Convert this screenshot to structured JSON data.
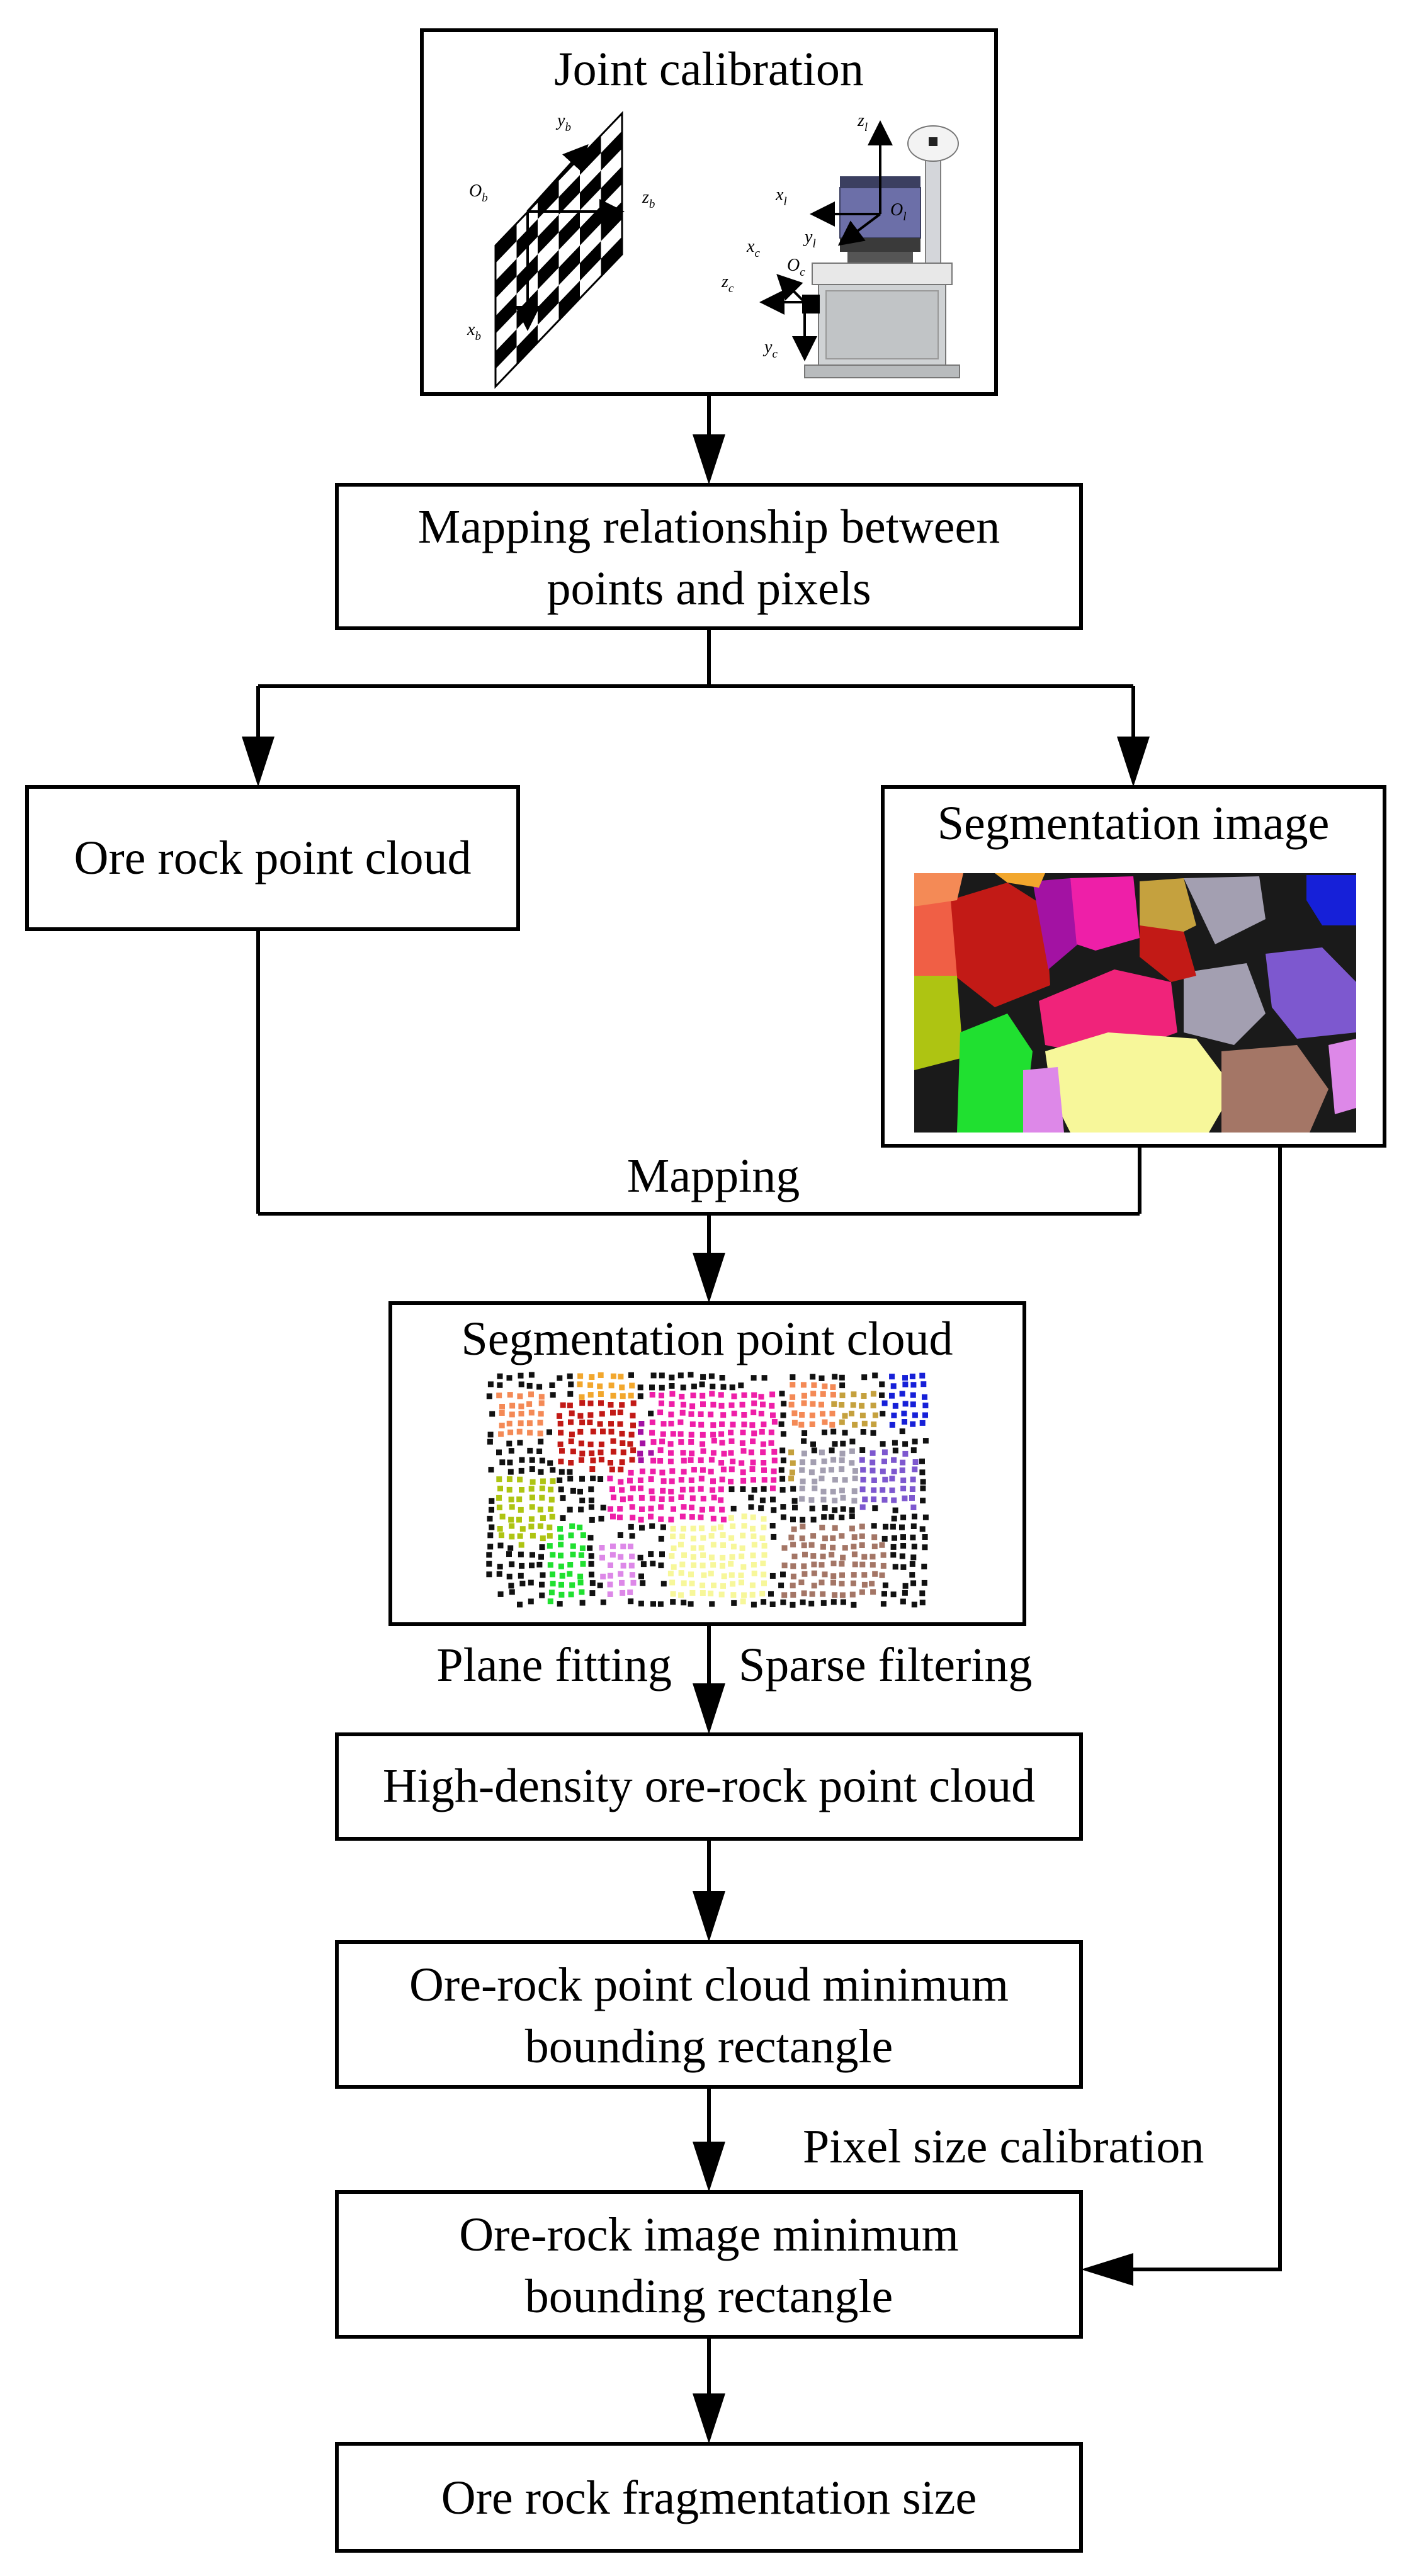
{
  "nodes": {
    "joint_calibration": {
      "title": "Joint calibration"
    },
    "mapping_relationship": {
      "line1": "Mapping relationship between",
      "line2": "points and pixels"
    },
    "ore_rock_point_cloud": {
      "label": "Ore rock point cloud"
    },
    "segmentation_image": {
      "title": "Segmentation image"
    },
    "segmentation_point_cloud": {
      "title": "Segmentation point cloud"
    },
    "high_density_cloud": {
      "label": "High-density ore-rock point cloud"
    },
    "pc_min_bounding_rect": {
      "line1": "Ore-rock point cloud minimum",
      "line2": "bounding rectangle"
    },
    "img_min_bounding_rect": {
      "line1": "Ore-rock image minimum",
      "line2": "bounding rectangle"
    },
    "fragmentation_size": {
      "label": "Ore rock fragmentation size"
    }
  },
  "edge_labels": {
    "mapping": "Mapping",
    "plane_fitting": "Plane fitting",
    "sparse_filtering": "Sparse filtering",
    "pixel_size_calibration": "Pixel size calibration"
  },
  "coordinate_labels": {
    "board": {
      "y": "y",
      "y_sub": "b",
      "o": "O",
      "o_sub": "b",
      "z": "z",
      "z_sub": "b",
      "x": "x",
      "x_sub": "b"
    },
    "lidar": {
      "z": "z",
      "z_sub": "l",
      "x": "x",
      "x_sub": "l",
      "y": "y",
      "y_sub": "l",
      "o": "O",
      "o_sub": "l"
    },
    "camera": {
      "x": "x",
      "x_sub": "c",
      "z": "z",
      "z_sub": "c",
      "o": "O",
      "o_sub": "c",
      "y": "y",
      "y_sub": "c"
    }
  },
  "segment_colors": [
    "#c21a16",
    "#a312a3",
    "#ee1fa8",
    "#f0237a",
    "#f05f45",
    "#1620d8",
    "#aec412",
    "#f7f79a",
    "#a39fb1",
    "#7d58cf",
    "#20e030",
    "#dd88e8",
    "#a47666",
    "#f48a56",
    "#f2a72d",
    "#c5a13e",
    "#ffffff"
  ]
}
